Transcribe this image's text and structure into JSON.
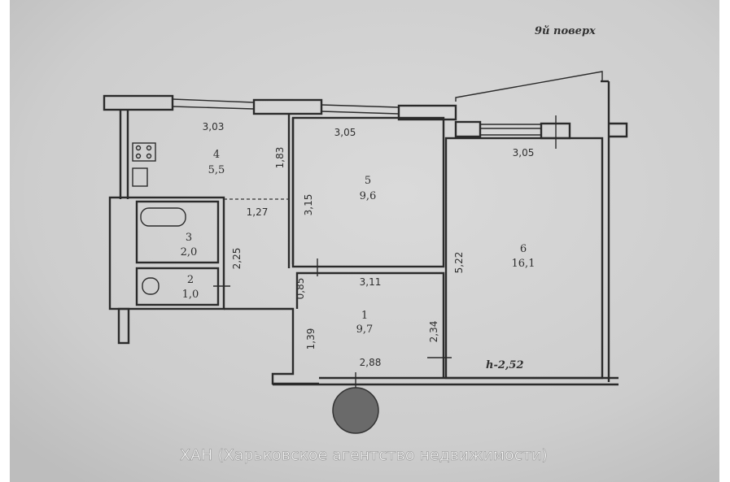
{
  "floor_label": "9й поверх",
  "watermark": "ХАН (Харьковское агентство недвижимости)",
  "ceiling_height": "h-2,52",
  "rooms": [
    {
      "number": "1",
      "area": "9,7"
    },
    {
      "number": "2",
      "area": "1,0"
    },
    {
      "number": "3",
      "area": "2,0"
    },
    {
      "number": "4",
      "area": "5,5"
    },
    {
      "number": "5",
      "area": "9,6"
    },
    {
      "number": "6",
      "area": "16,1"
    }
  ],
  "dimensions": {
    "kitchen_width": "3,03",
    "kitchen_depth": "1,83",
    "room5_width": "3,05",
    "room5_depth": "3,15",
    "room6_width": "3,05",
    "room6_depth": "5,22",
    "hall_width": "1,27",
    "hall_depth": "2,25",
    "room1_top": "3,11",
    "room1_bottom": "2,88",
    "room1_depth": "2,34",
    "hall_lower": "0,85",
    "entry_depth": "1,39"
  },
  "colors": {
    "paper": "#d3d3d3",
    "lines": "#2b2b2b"
  }
}
